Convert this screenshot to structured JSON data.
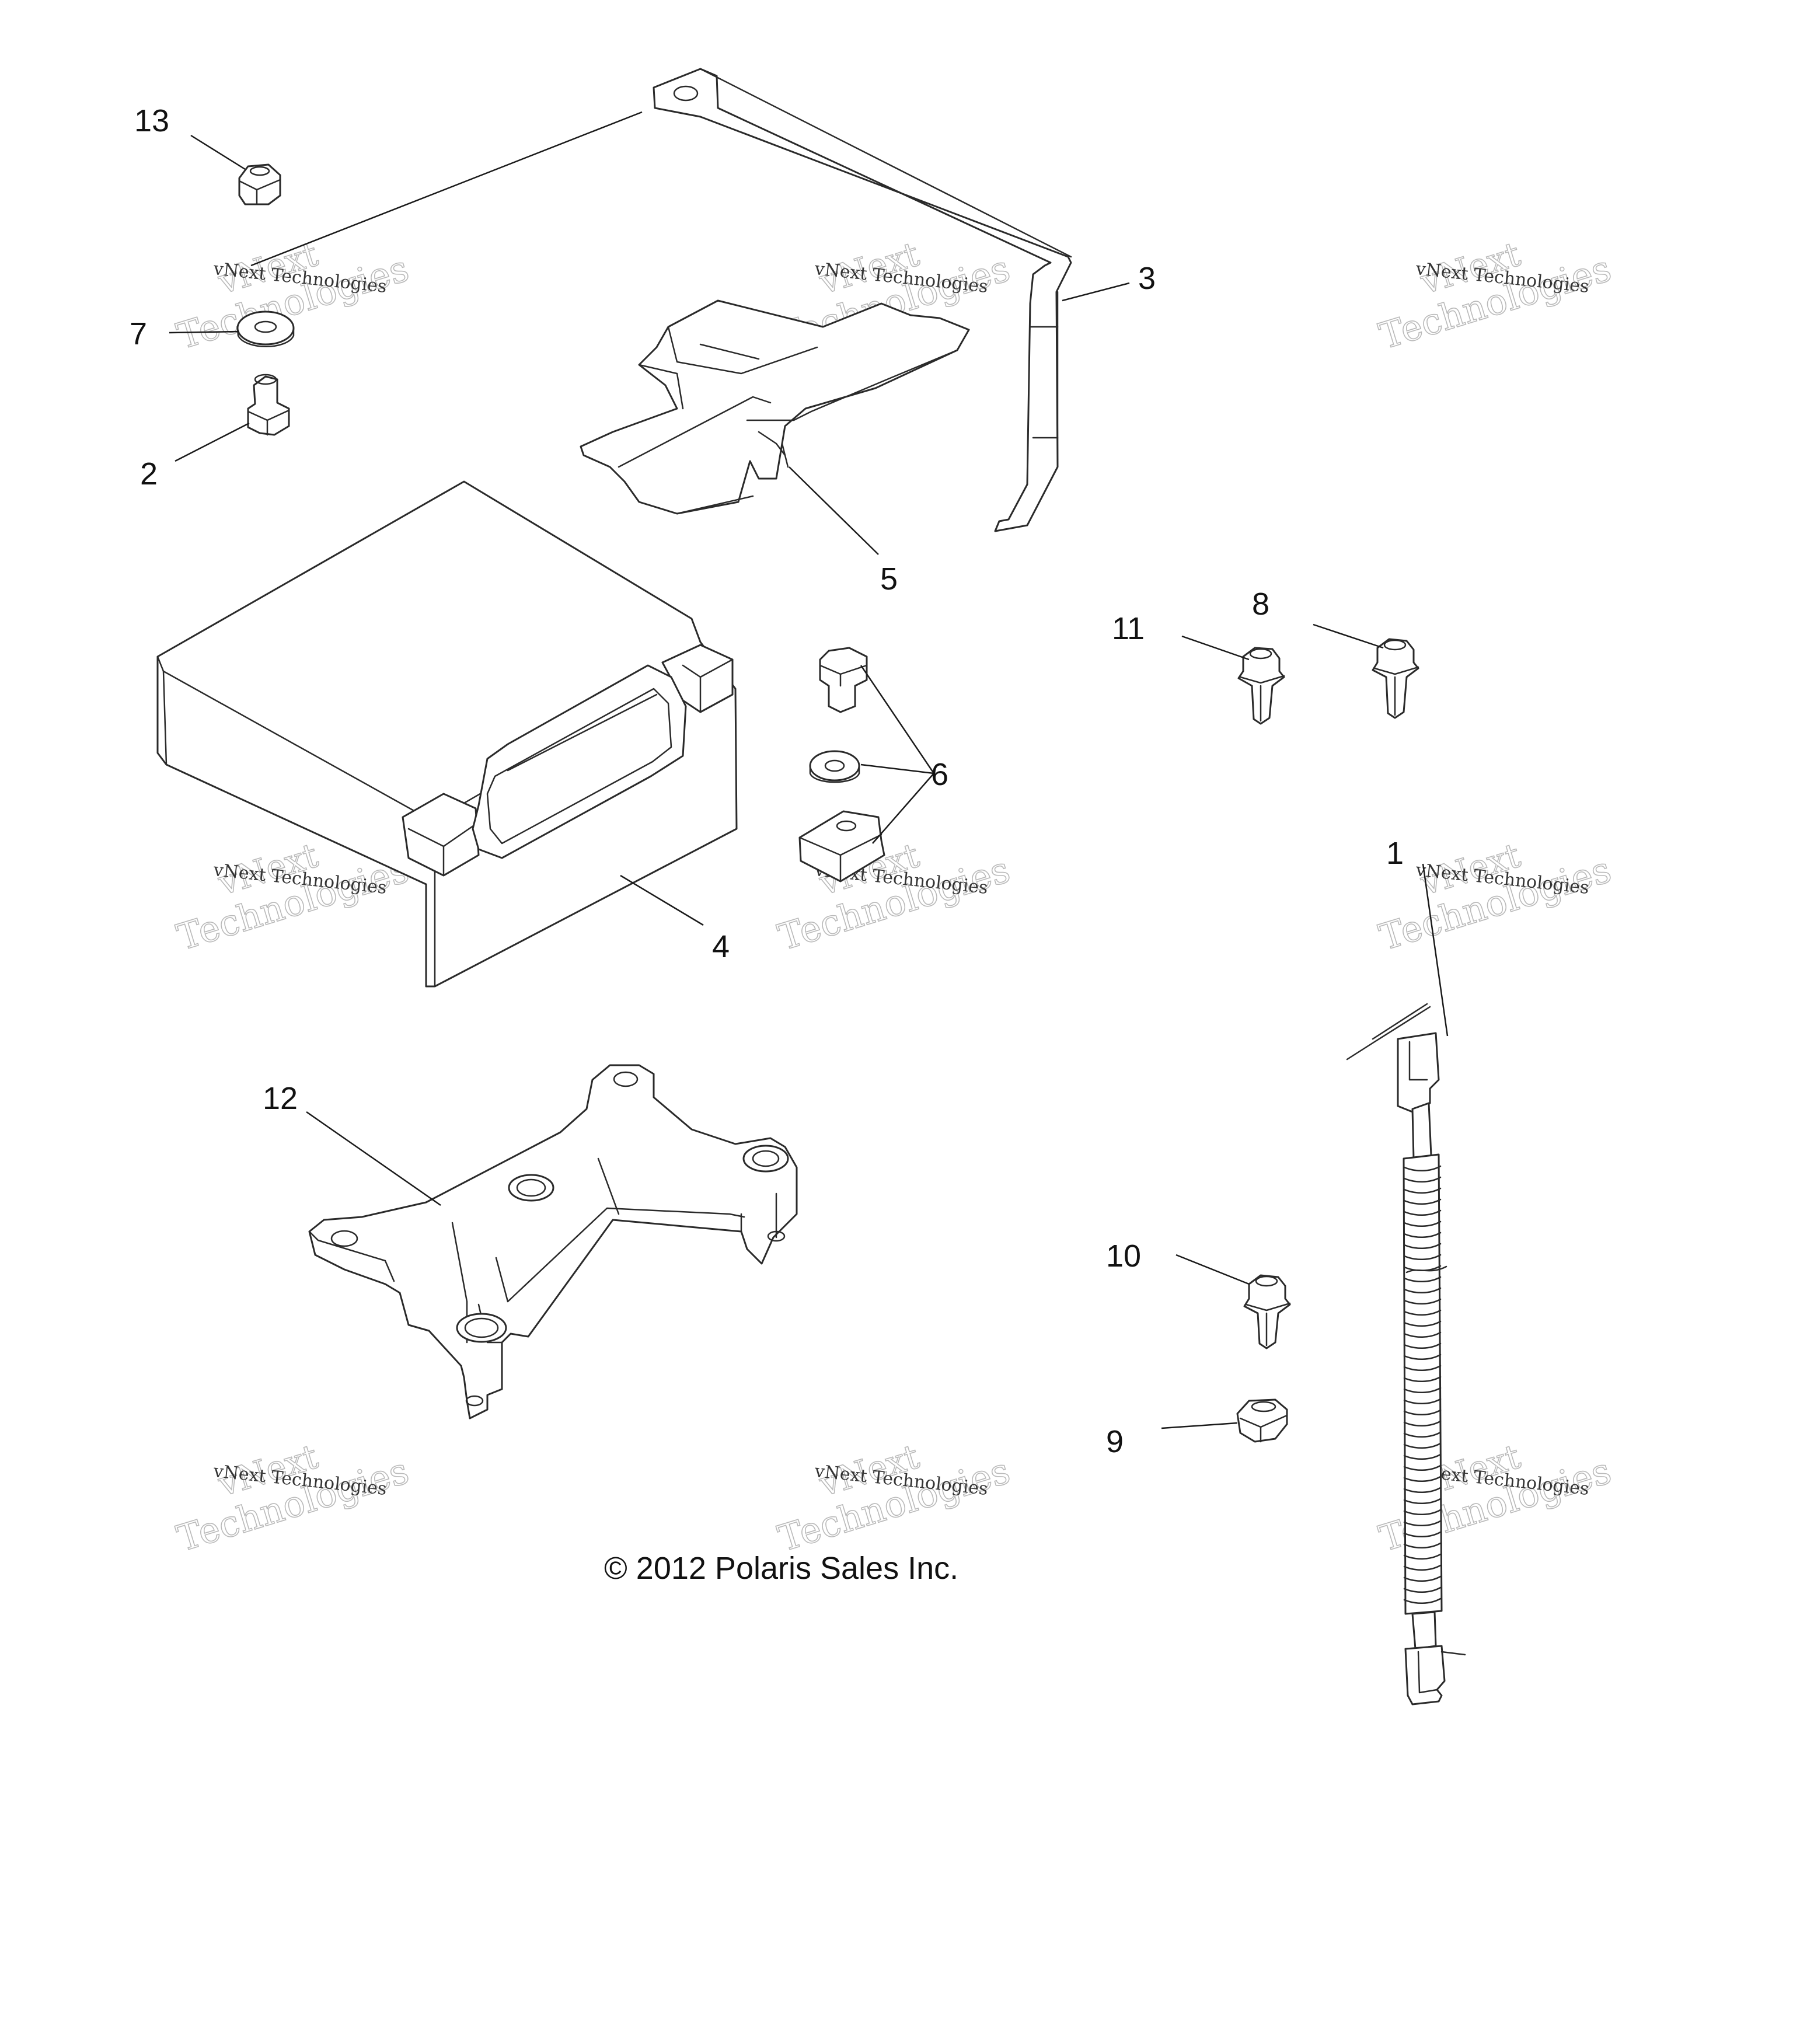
{
  "callouts": {
    "c1": "1",
    "c2": "2",
    "c3": "3",
    "c4": "4",
    "c5": "5",
    "c6": "6",
    "c7": "7",
    "c8": "8",
    "c9": "9",
    "c10": "10",
    "c11": "11",
    "c12": "12",
    "c13": "13"
  },
  "watermark": {
    "line1": "vNext",
    "line2": "Technologies",
    "small": "vNext Technologies"
  },
  "copyright": "© 2012 Polaris Sales Inc."
}
